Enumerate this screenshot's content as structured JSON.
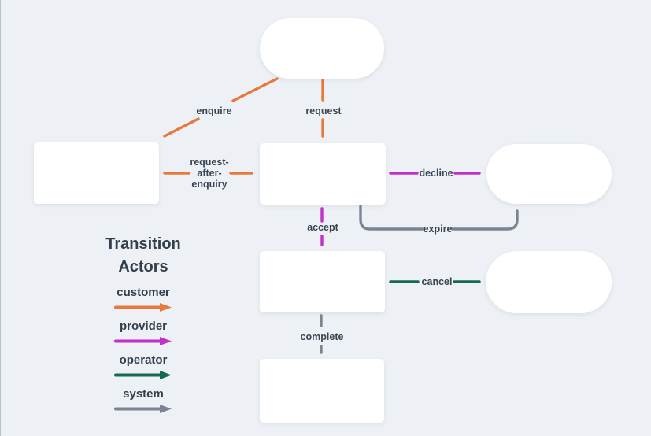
{
  "canvas": {
    "background_color": "#edf1f5",
    "node_fill_color": "#ffffff",
    "label_text_color": "#3a4553"
  },
  "legend": {
    "title_lines": [
      "Transition",
      "Actors"
    ],
    "items": [
      {
        "label": "customer",
        "color": "#e8793a",
        "icon": "arrow-right"
      },
      {
        "label": "provider",
        "color": "#c230c7",
        "icon": "arrow-right"
      },
      {
        "label": "operator",
        "color": "#166a4f",
        "icon": "arrow-right"
      },
      {
        "label": "system",
        "color": "#7a8591",
        "icon": "arrow-right"
      }
    ]
  },
  "diagram": {
    "nodes": [
      {
        "name": "top-pill",
        "shape": "pill",
        "text": ""
      },
      {
        "name": "left-box",
        "shape": "rectangle",
        "text": ""
      },
      {
        "name": "middle-box",
        "shape": "rectangle",
        "text": ""
      },
      {
        "name": "right-top-pill",
        "shape": "pill",
        "text": ""
      },
      {
        "name": "center-box",
        "shape": "rectangle",
        "text": ""
      },
      {
        "name": "right-bottom-pill",
        "shape": "pill",
        "text": ""
      },
      {
        "name": "bottom-box",
        "shape": "rectangle",
        "text": ""
      }
    ],
    "edges": [
      {
        "label": "enquire",
        "actor": "customer",
        "from": "top-pill",
        "to": "left-box"
      },
      {
        "label": "request",
        "actor": "customer",
        "from": "top-pill",
        "to": "middle-box"
      },
      {
        "label_lines": [
          "request-",
          "after-",
          "enquiry"
        ],
        "actor": "customer",
        "from": "left-box",
        "to": "middle-box"
      },
      {
        "label": "decline",
        "actor": "provider",
        "from": "middle-box",
        "to": "right-top-pill"
      },
      {
        "label": "accept",
        "actor": "provider",
        "from": "middle-box",
        "to": "center-box"
      },
      {
        "label": "expire",
        "actor": "system",
        "from": "middle-box",
        "to": "right-top-pill"
      },
      {
        "label": "cancel",
        "actor": "operator",
        "from": "center-box",
        "to": "right-bottom-pill"
      },
      {
        "label": "complete",
        "actor": "system",
        "from": "center-box",
        "to": "bottom-box"
      }
    ]
  }
}
